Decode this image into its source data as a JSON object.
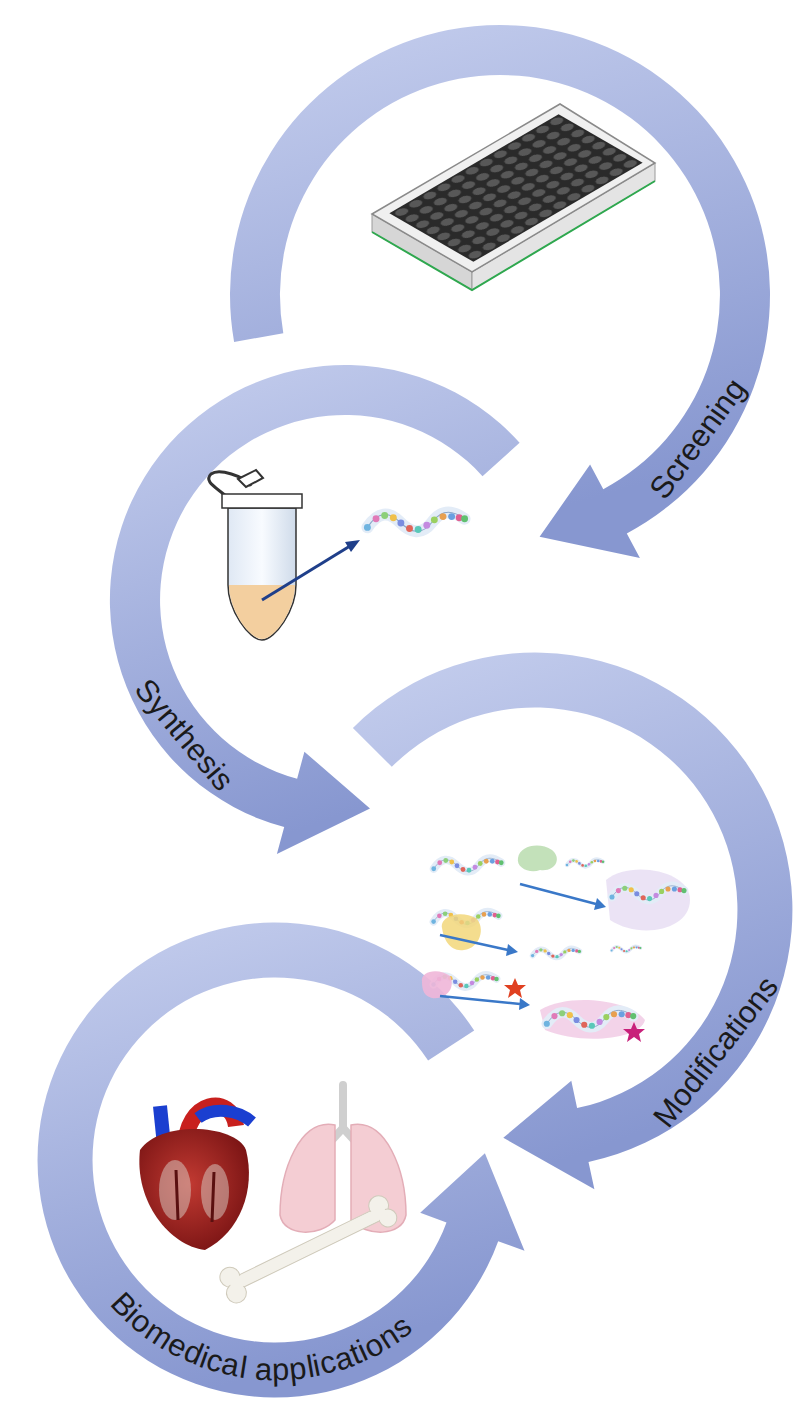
{
  "diagram": {
    "labels": [
      "Screening",
      "Synthesis",
      "Modifications",
      "Biomedical applications"
    ]
  }
}
